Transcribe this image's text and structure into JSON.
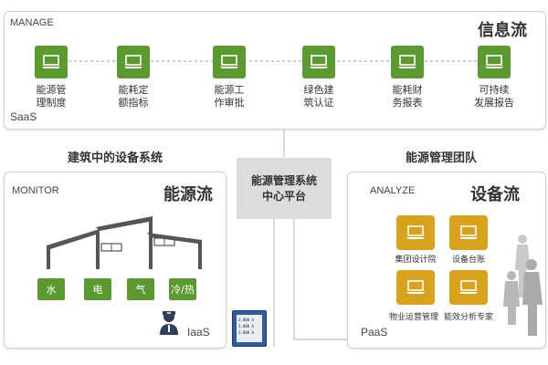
{
  "top": {
    "left_label": "MANAGE",
    "right_title": "信息流",
    "corner_label": "SaaS",
    "steps": [
      {
        "label_l1": "能源管",
        "label_l2": "理制度"
      },
      {
        "label_l1": "能耗定",
        "label_l2": "额指标"
      },
      {
        "label_l1": "能源工",
        "label_l2": "作审批"
      },
      {
        "label_l1": "绿色建",
        "label_l2": "筑认证"
      },
      {
        "label_l1": "能耗财",
        "label_l2": "务报表"
      },
      {
        "label_l1": "可持续",
        "label_l2": "发展报告"
      }
    ]
  },
  "left_section_title": "建筑中的设备系统",
  "right_section_title": "能源管理团队",
  "center": {
    "line1": "能源管理系统",
    "line2": "中心平台"
  },
  "monitor": {
    "label": "MONITOR",
    "title": "能源流",
    "corner_label": "IaaS",
    "tiles": [
      "水",
      "电",
      "气",
      "冷/热"
    ]
  },
  "analyze": {
    "label": "ANALYZE",
    "title": "设备流",
    "corner_label": "PaaS",
    "items": [
      "集团设计院",
      "设备台账",
      "物业运营管理",
      "能效分析专家"
    ]
  },
  "meter_readings": [
    "3.800 A",
    "3.800 A",
    "3.800 A"
  ],
  "colors": {
    "green": "#5a9a2e",
    "orange": "#d9a21c",
    "gray_box": "#dcdcdc"
  }
}
